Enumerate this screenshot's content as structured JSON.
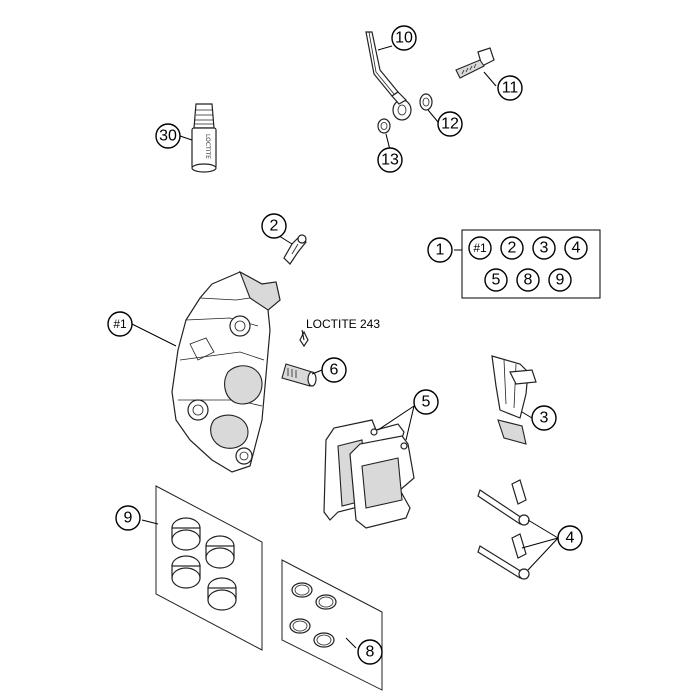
{
  "callouts": {
    "c10": "10",
    "c11": "11",
    "c12": "12",
    "c13": "13",
    "c30": "30",
    "c2": "2",
    "c1": "1",
    "c1caliper": "#1",
    "c6": "6",
    "c5": "5",
    "c3": "3",
    "c4": "4",
    "c9": "9",
    "c8": "8"
  },
  "kit": {
    "items": [
      "#1",
      "2",
      "3",
      "4",
      "5",
      "8",
      "9"
    ]
  },
  "note": {
    "loctite": "LOCTITE 243"
  },
  "tube_label": "LOCTITE"
}
